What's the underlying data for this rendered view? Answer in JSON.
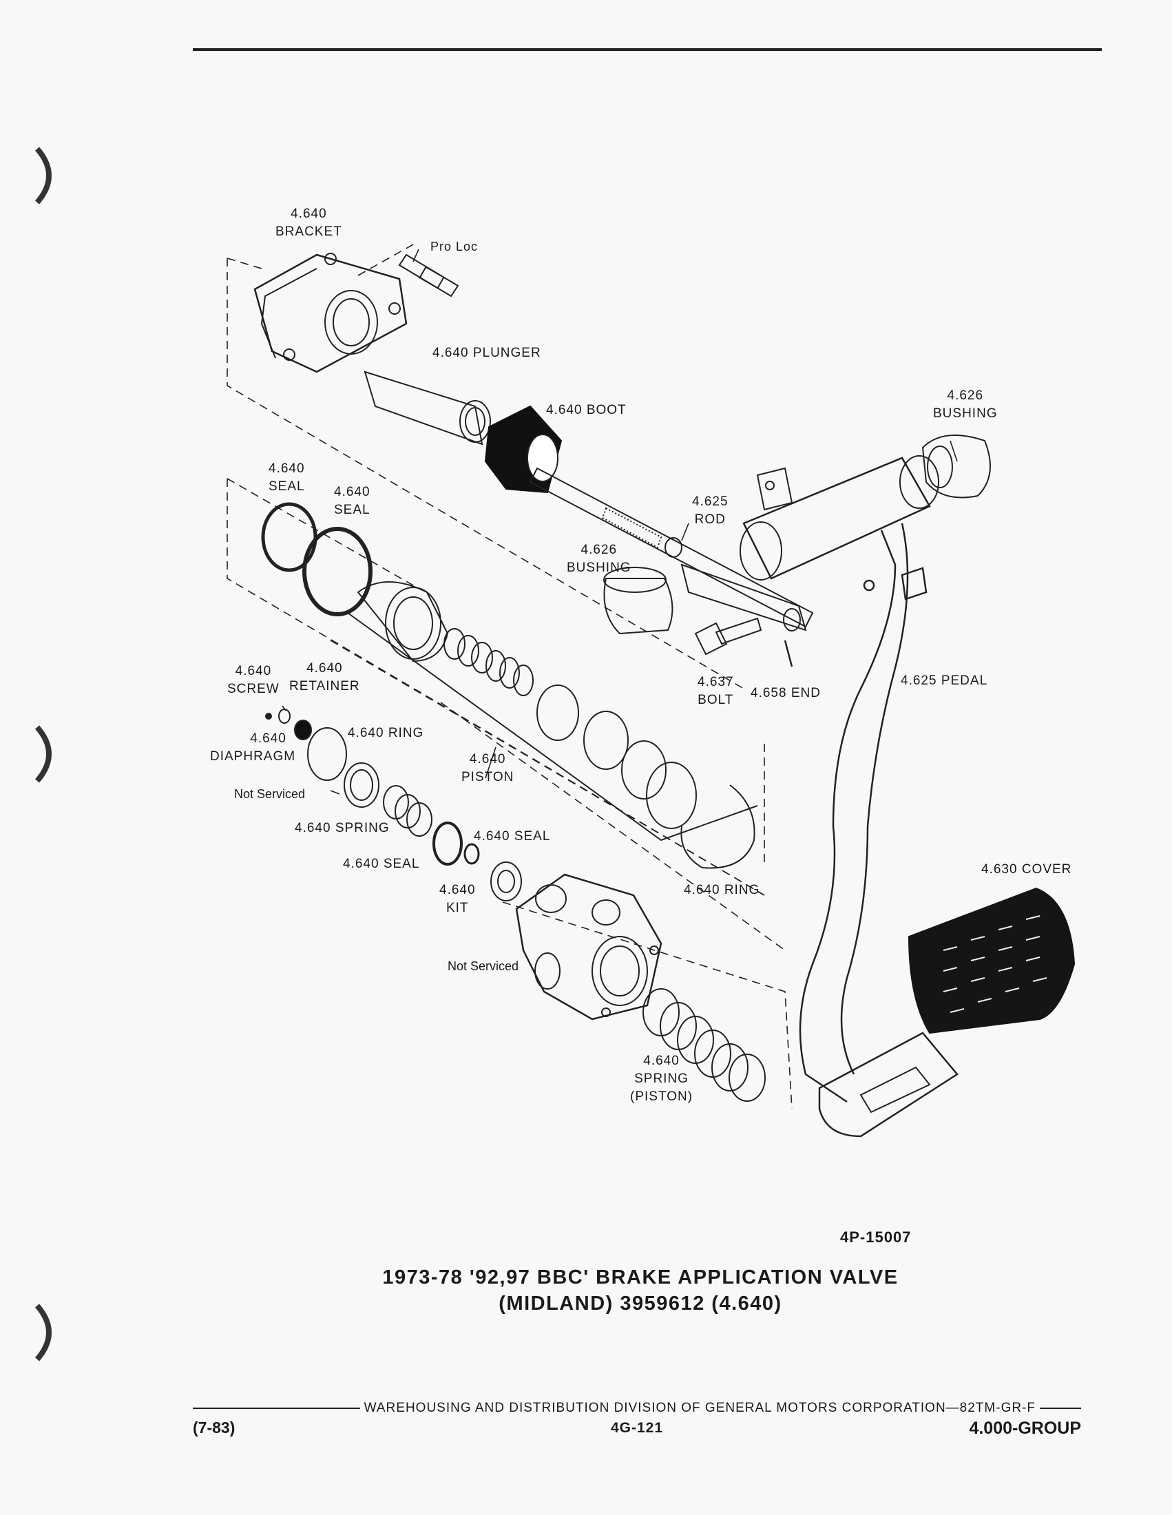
{
  "labels": {
    "bracket": [
      "4.640",
      "BRACKET"
    ],
    "pro_loc": "Pro Loc",
    "plunger": "4.640 PLUNGER",
    "boot": "4.640 BOOT",
    "bushing_top": [
      "4.626",
      "BUSHING"
    ],
    "seal_a": [
      "4.640",
      "SEAL"
    ],
    "seal_b": [
      "4.640",
      "SEAL"
    ],
    "rod": [
      "4.625",
      "ROD"
    ],
    "bushing_mid": [
      "4.626",
      "BUSHING"
    ],
    "screw": [
      "4.640",
      "SCREW"
    ],
    "retainer": [
      "4.640",
      "RETAINER"
    ],
    "bolt": [
      "4.637",
      "BOLT"
    ],
    "end": "4.658 END",
    "pedal": "4.625 PEDAL",
    "diaphragm": [
      "4.640",
      "DIAPHRAGM"
    ],
    "ring_a": "4.640 RING",
    "piston": [
      "4.640",
      "PISTON"
    ],
    "not_serviced_a": "Not Serviced",
    "spring": "4.640 SPRING",
    "seal_c": "4.640 SEAL",
    "seal_d": "4.640 SEAL",
    "kit": [
      "4.640",
      "KIT"
    ],
    "ring_b": "4.640 RING",
    "cover": "4.630 COVER",
    "not_serviced_b": "Not Serviced",
    "spring_piston": [
      "4.640",
      "SPRING",
      "(PISTON)"
    ]
  },
  "figure_number": "4P-15007",
  "caption": [
    "1973-78 '92,97 BBC' BRAKE APPLICATION VALVE",
    "(MIDLAND) 3959612 (4.640)"
  ],
  "footer": {
    "division": "WAREHOUSING AND DISTRIBUTION  DIVISION OF GENERAL MOTORS CORPORATION—82TM-GR-F",
    "date": "(7-83)",
    "page": "4G-121",
    "group": "4.000-GROUP"
  }
}
